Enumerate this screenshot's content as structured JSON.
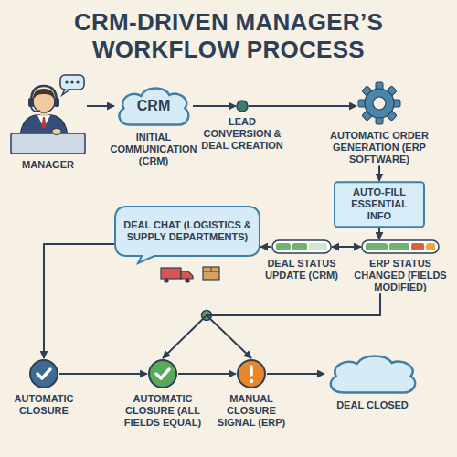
{
  "diagram": {
    "title": "CRM-DRIVEN MANAGER’S WORKFLOW PROCESS",
    "nodes": [
      {
        "text": [
          "MANAGER"
        ]
      },
      {
        "text": [
          "CRM",
          "INITIAL COMMUNICATION (CRM)"
        ]
      },
      {
        "text": [
          "LEAD CONVERSION & DEAL CREATION"
        ]
      },
      {
        "text": [
          "AUTOMATIC ORDER GENERATION (ERP SOFTWARE)"
        ]
      },
      {
        "text": [
          "AUTO-FILL ESSENTIAL INFO"
        ]
      },
      {
        "text": [
          "ERP STATUS CHANGED (FIELDS MODIFIED)"
        ]
      },
      {
        "text": [
          "DEAL STATUS UPDATE (CRM)"
        ]
      },
      {
        "text": [
          "DEAL CHAT (LOGISTICS & SUPPLY DEPARTMENTS)"
        ]
      },
      {
        "text": [
          "AUTOMATIC CLOSURE"
        ]
      },
      {
        "text": [
          "AUTOMATIC CLOSURE (ALL FIELDS EQUAL)"
        ]
      },
      {
        "text": [
          "MANUAL CLOSURE SIGNAL (ERP)"
        ]
      },
      {
        "text": [
          "DEAL CLOSED"
        ]
      }
    ],
    "edges": [
      {
        "from": 0,
        "to": 1,
        "arrow": "to"
      },
      {
        "from": 1,
        "to": 2,
        "arrow": "to"
      },
      {
        "from": 2,
        "to": 3,
        "arrow": "to"
      },
      {
        "from": 3,
        "to": 4,
        "arrow": "to"
      },
      {
        "from": 4,
        "to": 5,
        "arrow": "to"
      },
      {
        "from": 5,
        "to": 6,
        "arrow": "both"
      },
      {
        "from": 6,
        "to": 7,
        "arrow": "to"
      },
      {
        "from": 7,
        "to": 8,
        "arrow": "to"
      },
      {
        "from": 8,
        "to": 9,
        "arrow": "to"
      },
      {
        "from": 9,
        "to": 10,
        "arrow": "to"
      },
      {
        "from": 5,
        "to": 9,
        "arrow": "to"
      },
      {
        "from": 5,
        "to": 10,
        "arrow": "to"
      },
      {
        "from": 10,
        "to": 11,
        "arrow": "to"
      }
    ]
  }
}
